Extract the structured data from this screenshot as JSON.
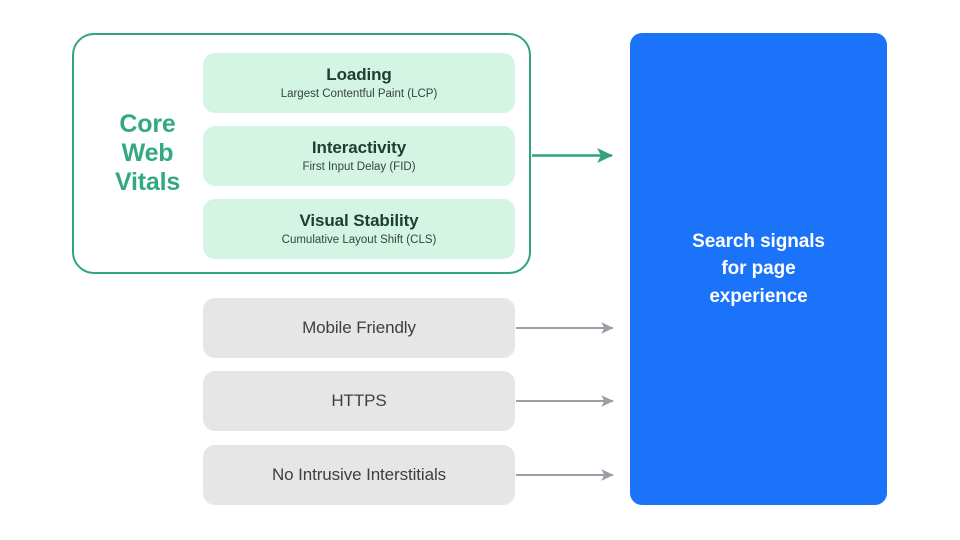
{
  "diagram": {
    "title": "Search signals for page experience",
    "colors": {
      "accent_green": "#33A97F",
      "card_green": "#D4F5E4",
      "card_gray": "#E6E6E6",
      "output_blue": "#1A73F8",
      "arrow_gray": "#9AA0A6",
      "text_dark": "#3C4043"
    }
  },
  "core_web_vitals": {
    "label": "Core Web Vitals",
    "label_lines": [
      "Core",
      "Web",
      "Vitals"
    ],
    "metrics": [
      {
        "title": "Loading",
        "subtitle": "Largest Contentful Paint (LCP)"
      },
      {
        "title": "Interactivity",
        "subtitle": "First Input Delay (FID)"
      },
      {
        "title": "Visual Stability",
        "subtitle": "Cumulative Layout Shift (CLS)"
      }
    ]
  },
  "other_signals": [
    {
      "label": "Mobile Friendly"
    },
    {
      "label": "HTTPS"
    },
    {
      "label": "No Intrusive Interstitials"
    }
  ],
  "output": {
    "text": "Search signals\nfor page\nexperience"
  }
}
